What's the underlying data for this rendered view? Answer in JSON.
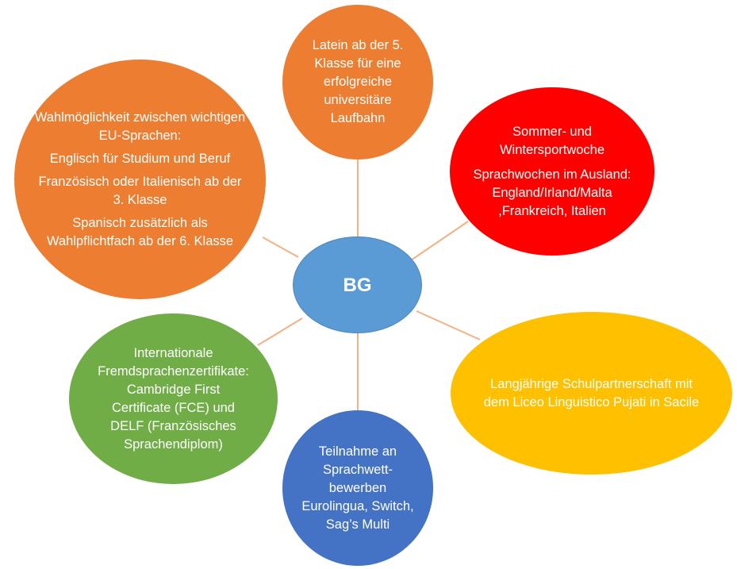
{
  "center": {
    "label": "BG"
  },
  "nodes": [
    {
      "id": "latein",
      "color": "#ed7d31",
      "paragraphs": [
        "Latein ab der 5. Klasse für eine erfolgreiche universitäre Laufbahn"
      ]
    },
    {
      "id": "sport",
      "color": "#ff0000",
      "paragraphs": [
        "Sommer- und Wintersportwoche",
        "Sprachwochen im Ausland: England/Irland/Malta ,Frankreich, Italien"
      ]
    },
    {
      "id": "partner",
      "color": "#ffc000",
      "paragraphs": [
        "Langjährige Schulpartnerschaft mit dem Liceo Linguistico Pujati in Sacile"
      ]
    },
    {
      "id": "wett",
      "color": "#4472c4",
      "paragraphs": [
        "Teilnahme an Sprachwett-bewerben Eurolingua, Switch, Sag’s Multi"
      ]
    },
    {
      "id": "zert",
      "color": "#70ad47",
      "paragraphs": [
        "Internationale Fremdsprachenzertifikate: Cambridge First Certificate (FCE) und DELF (Französisches Sprachendiplom)"
      ]
    },
    {
      "id": "wahl",
      "color": "#ed7d31",
      "paragraphs": [
        "Wahlmöglichkeit zwischen wichtigen EU-Sprachen:",
        "Englisch für Studium und Beruf",
        "Französisch oder Italienisch ab der 3. Klasse",
        "Spanisch zusätzlich als Wahlpflichtfach ab der 6. Klasse"
      ]
    }
  ],
  "connector_color": "#f4b183",
  "center_color": "#5b9bd5"
}
